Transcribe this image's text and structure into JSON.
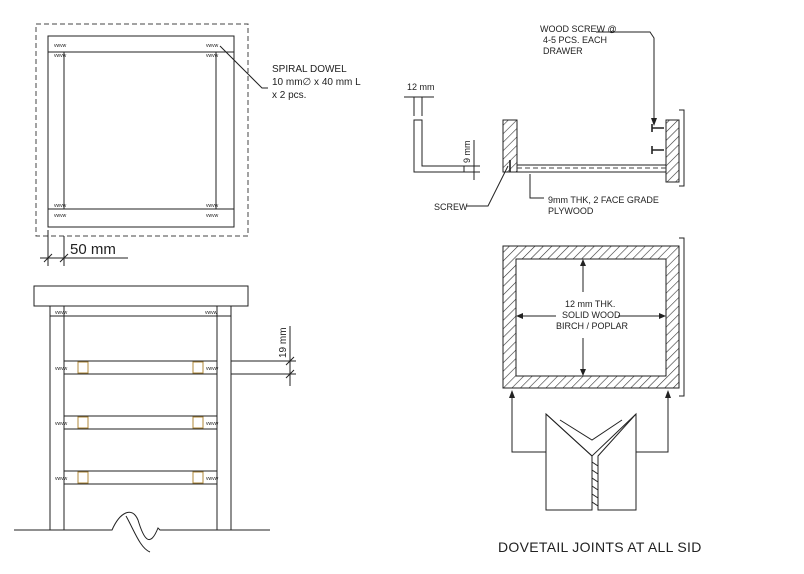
{
  "labels": {
    "spiral_dowel": [
      "SPIRAL DOWEL",
      "10 mm∅  x  40 mm L",
      "x 2 pcs."
    ],
    "dim_50": "50 mm",
    "dim_19": "19 mm",
    "dim_12": "12 mm",
    "dim_9": "9 mm",
    "wood_screw": [
      "WOOD SCREW @",
      "4-5 PCS. EACH",
      "DRAWER"
    ],
    "screw": "SCREW",
    "plywood": [
      "9mm THK, 2 FACE GRADE",
      "PLYWOOD"
    ],
    "solid_wood": [
      "12 mm THK.",
      "SOLID WOOD",
      "BIRCH / POPLAR"
    ],
    "dovetail_title": "DOVETAIL JOINTS AT ALL SID"
  },
  "colors": {
    "line": "#222222",
    "dowel": "#b08a3a",
    "hatch": "#333333"
  }
}
